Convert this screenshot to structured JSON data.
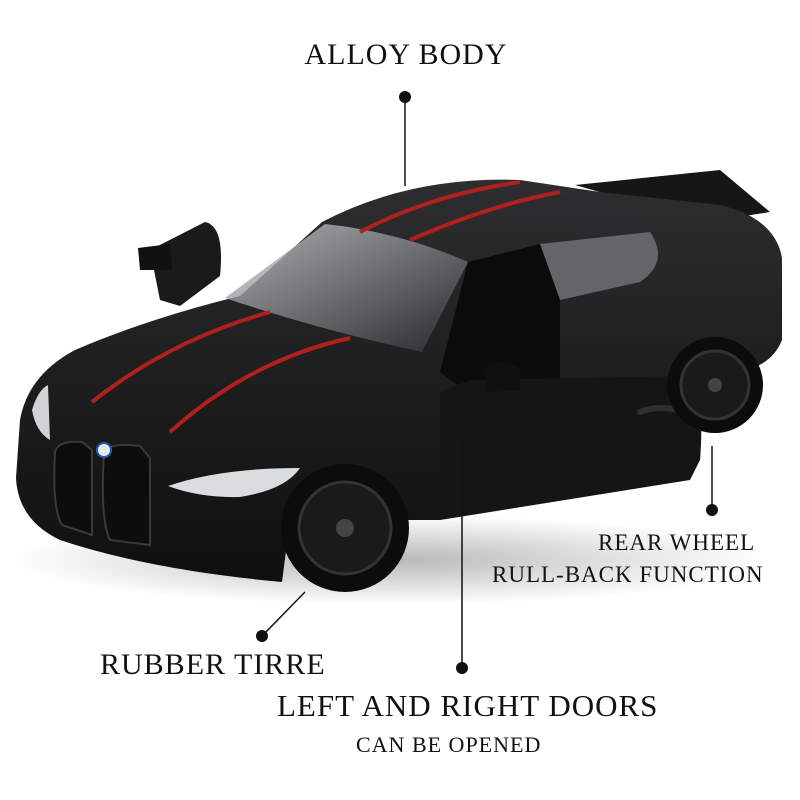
{
  "callouts": {
    "alloy_body": "ALLOY BODY",
    "rear_wheel_line1": "REAR WHEEL",
    "rear_wheel_line2": "RULL-BACK FUNCTION",
    "rubber_tire": "RUBBER TIRRE",
    "doors_line1": "LEFT AND RIGHT DOORS",
    "doors_line2": "CAN BE OPENED"
  },
  "colors": {
    "background": "#ffffff",
    "car_body": "#1b1b1c",
    "stripe": "#b0201c",
    "text": "#111111",
    "leader_line": "#111111"
  }
}
